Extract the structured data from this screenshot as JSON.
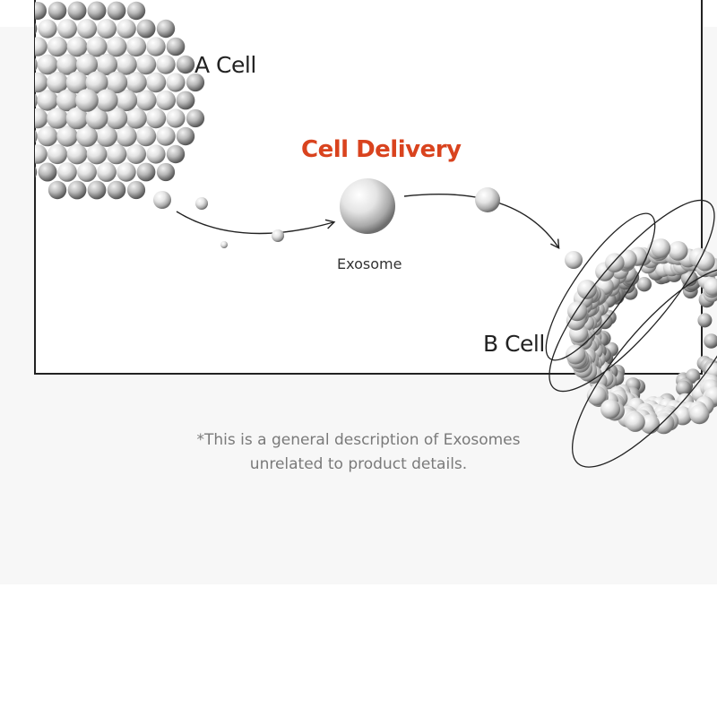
{
  "diagram": {
    "a_cell_label": "A Cell",
    "b_cell_label": "B Cell",
    "delivery_label": "Cell Delivery",
    "exosome_label": "Exosome",
    "accent_color": "#d9431e"
  },
  "note": {
    "line1": "*This is a general description of Exosomes",
    "line2": "unrelated to product details."
  }
}
